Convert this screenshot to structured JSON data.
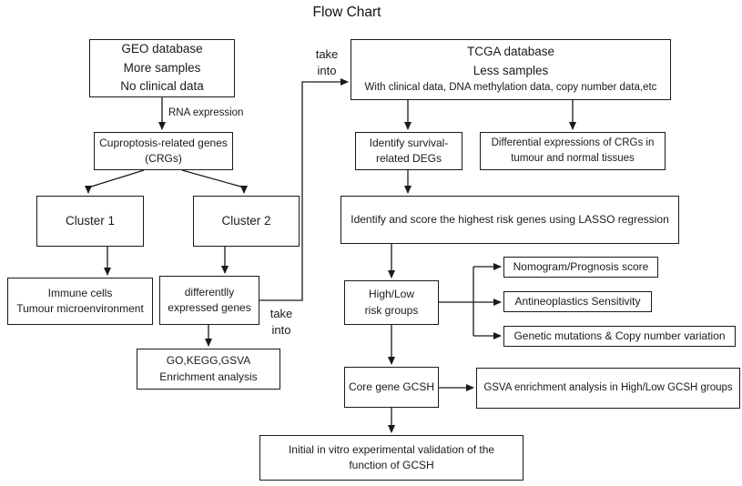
{
  "title": "Flow Chart",
  "colors": {
    "line": "#1a1a1a",
    "background": "#ffffff",
    "text": "#1a1a1a"
  },
  "edge_labels": {
    "rna_expression": "RNA expression",
    "take_into_top": {
      "line1": "take",
      "line2": "into"
    },
    "take_into_bottom": {
      "line1": "take",
      "line2": "into"
    }
  },
  "boxes": {
    "geo": {
      "lines": [
        "GEO database",
        "More samples",
        "No clinical data"
      ]
    },
    "crg": {
      "lines": [
        "Cuproptosis-related genes",
        "(CRGs)"
      ]
    },
    "cluster1": {
      "label": "Cluster 1"
    },
    "cluster2": {
      "label": "Cluster 2"
    },
    "immune": {
      "lines": [
        "Immune cells",
        "Tumour microenvironment"
      ]
    },
    "deg": {
      "lines": [
        "differentlly",
        "expressed genes"
      ]
    },
    "gokegg": {
      "lines": [
        "GO,KEGG,GSVA",
        "Enrichment analysis"
      ]
    },
    "tcga": {
      "lines": [
        "TCGA database",
        "Less samples",
        "With clinical data, DNA methylation data, copy number data,etc"
      ]
    },
    "survival_degs": {
      "lines": [
        "Identify survival-",
        "related DEGs"
      ]
    },
    "diff_expr": {
      "lines": [
        "Differential expressions of CRGs in",
        "tumour and normal tissues"
      ]
    },
    "lasso": {
      "label": "Identify and score the highest risk genes using LASSO regression"
    },
    "risk_groups": {
      "lines": [
        "High/Low",
        "risk groups"
      ]
    },
    "nomogram": {
      "label": "Nomogram/Prognosis score"
    },
    "antineoplastics": {
      "label": "Antineoplastics Sensitivity"
    },
    "genetic_mutations": {
      "label": "Genetic mutations & Copy number variation"
    },
    "core_gene": {
      "label": "Core gene GCSH"
    },
    "gsva": {
      "label": "GSVA enrichment analysis in High/Low GCSH groups"
    },
    "invitro": {
      "lines": [
        "Initial in vitro experimental validation of the",
        "function of GCSH"
      ]
    }
  }
}
